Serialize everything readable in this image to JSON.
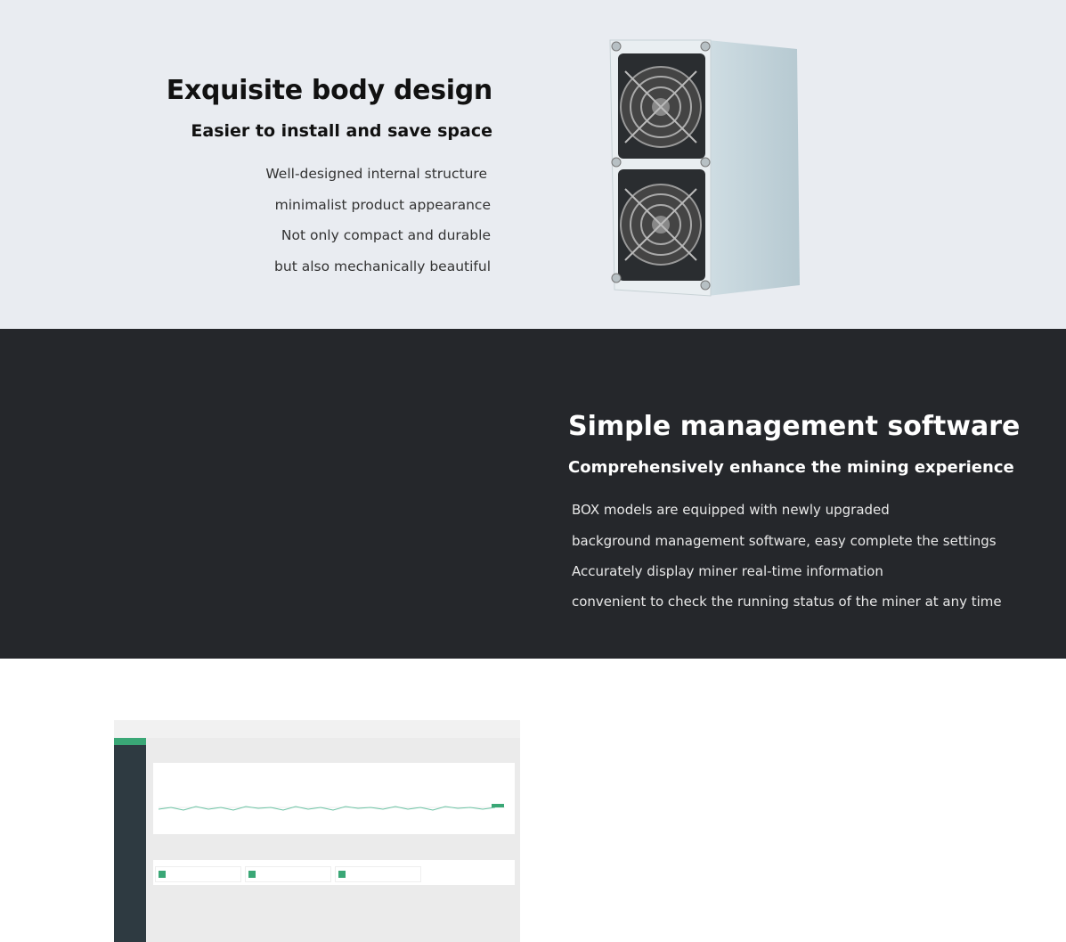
{
  "design": {
    "title": "Exquisite body design",
    "subtitle": "Easier to install and save space",
    "lines": [
      "Well-designed internal structure",
      "minimalist product appearance",
      "Not only compact and durable",
      "but also mechanically beautiful"
    ]
  },
  "software": {
    "title": "Simple management software",
    "subtitle": "Comprehensively enhance the mining experience",
    "lines": [
      "BOX models are equipped with newly upgraded",
      "background management software, easy complete the settings",
      "Accurately display miner real-time information",
      "convenient to check the running status of the miner at any time"
    ]
  },
  "colors": {
    "top_bg": "#e9ecf1",
    "bottom_bg": "#25272b",
    "accent_green": "#3aa776"
  },
  "icons": [
    "fan-icon"
  ]
}
